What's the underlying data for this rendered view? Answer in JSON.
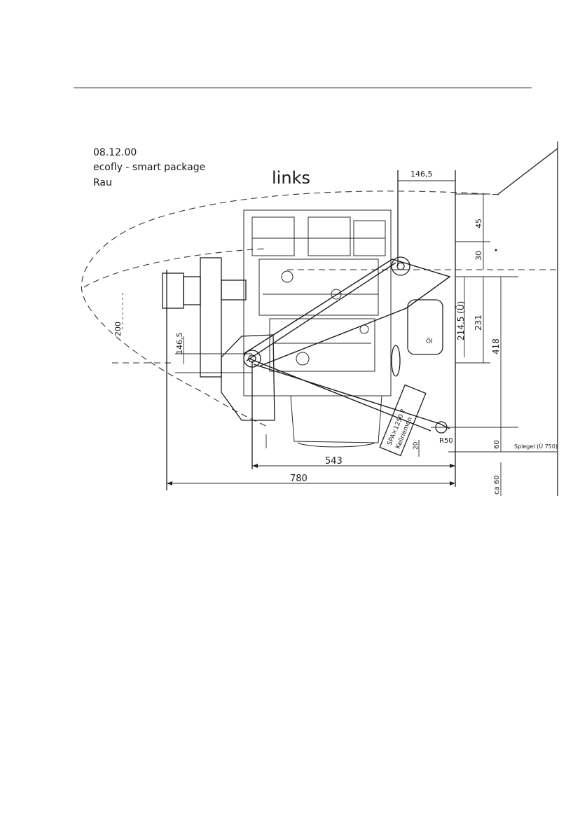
{
  "header_note": {
    "date": "08.12.00",
    "project": "ecofly - smart package",
    "author": "Rau"
  },
  "view_label": "links",
  "dimensions": {
    "top_offset": "146,5",
    "v_45": "45",
    "v_30": "30",
    "v_214": "214,5 (Ü)",
    "v_231": "231",
    "v_418": "418",
    "v_60": "60",
    "v_200": "200",
    "v_146_left": "146,5",
    "h_543": "543",
    "h_780": "780",
    "r_50": "R50",
    "v_20": "20",
    "ca_60": "ca 60",
    "belt_note": "SPA×1250 ?",
    "belt_label_2": "Keilriemen",
    "tank_label": "Öl",
    "ref_note": "Spiegel (Ü 750)"
  }
}
